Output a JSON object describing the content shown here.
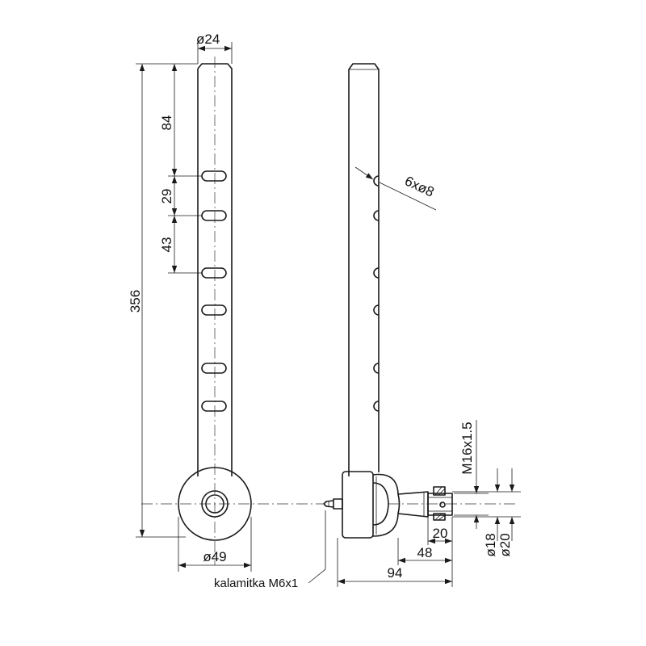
{
  "dimensions": {
    "rod_diameter": "ø24",
    "top_to_first_hole": "84",
    "hole_pitch_small": "29",
    "hole_pitch_large": "43",
    "overall_length": "356",
    "eye_diameter": "ø49",
    "holes_callout": "6xø8",
    "thread": "M16x1.5",
    "pin_length_short": "20",
    "pin_length_mid": "48",
    "overall_width": "94",
    "shaft_diameter_small": "ø18",
    "shaft_diameter_large": "ø20"
  },
  "notes": {
    "grease_nipple": "kalamitka M6x1"
  }
}
